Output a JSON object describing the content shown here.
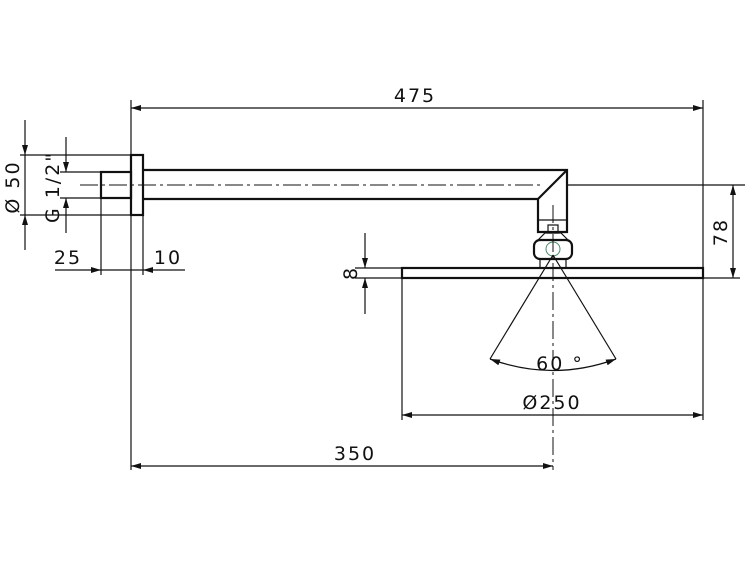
{
  "dimensions": {
    "overall_length": "475",
    "flange_diameter": "Ø 50",
    "thread": "G 1/2\"",
    "nipple_length": "25",
    "flange_thickness": "10",
    "drop_height": "78",
    "plate_thickness": "8",
    "spray_angle": "60 °",
    "head_diameter": "Ø250",
    "wall_to_center": "350"
  }
}
